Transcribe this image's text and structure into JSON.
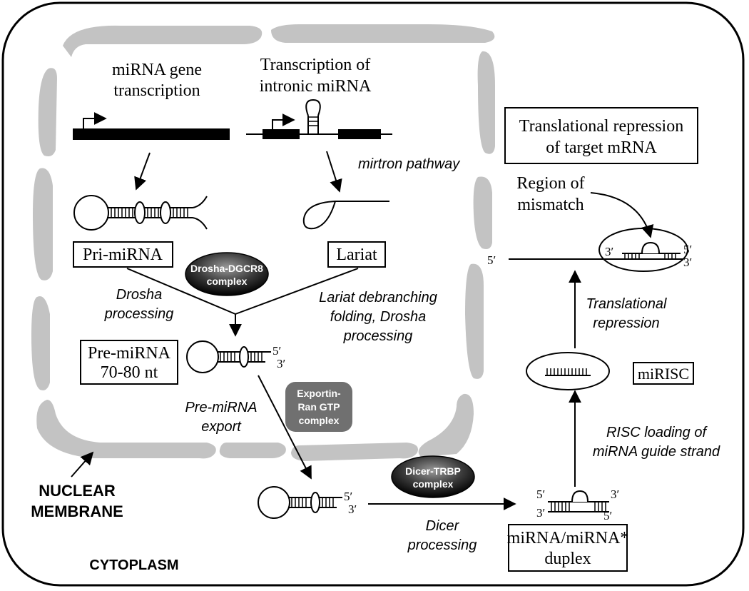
{
  "labels": {
    "gene_transcription_1": "miRNA gene",
    "gene_transcription_2": "transcription",
    "intronic_1": "Transcription of",
    "intronic_2": "intronic miRNA",
    "mirtron": "mirtron pathway",
    "pri_mirna": "Pri-miRNA",
    "lariat": "Lariat",
    "drosha_complex_1": "Drosha-DGCR8",
    "drosha_complex_2": "complex",
    "drosha_processing_1": "Drosha",
    "drosha_processing_2": "processing",
    "lariat_debranching_1": "Lariat debranching",
    "lariat_debranching_2": "folding, Drosha",
    "lariat_debranching_3": "processing",
    "pre_mirna_1": "Pre-miRNA",
    "pre_mirna_2": "70-80 nt",
    "export_1": "Pre-miRNA",
    "export_2": "export",
    "exportin_1": "Exportin-",
    "exportin_2": "Ran GTP",
    "exportin_3": "complex",
    "nuclear_1": "NUCLEAR",
    "nuclear_2": "MEMBRANE",
    "cytoplasm": "CYTOPLASM",
    "dicer_complex_1": "Dicer-TRBP",
    "dicer_complex_2": "complex",
    "dicer_processing_1": "Dicer",
    "dicer_processing_2": "processing",
    "duplex_1": "miRNA/miRNA*",
    "duplex_2": "duplex",
    "risc_loading_1": "RISC loading of",
    "risc_loading_2": "miRNA guide strand",
    "mirisc": "miRISC",
    "translational_1": "Translational",
    "translational_2": "repression",
    "repression_box_1": "Translational repression",
    "repression_box_2": "of target mRNA",
    "mismatch_1": "Region of",
    "mismatch_2": "mismatch",
    "five_prime": "5′",
    "three_prime": "3′"
  },
  "colors": {
    "membrane": "#c3c3c3",
    "exportin_fill": "#707070"
  }
}
